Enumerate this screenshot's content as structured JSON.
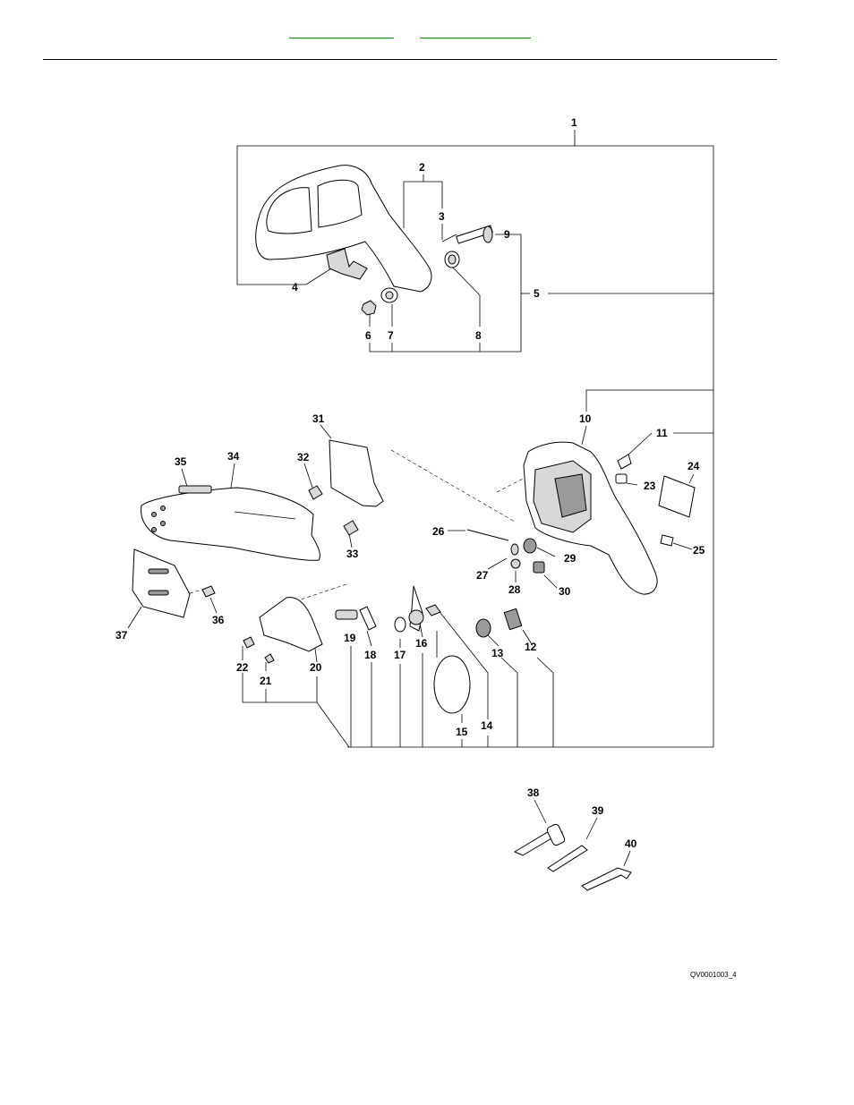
{
  "header": {
    "links": [
      "",
      ""
    ]
  },
  "labels": [
    "1",
    "2",
    "3",
    "4",
    "5",
    "6",
    "7",
    "8",
    "9",
    "10",
    "11",
    "12",
    "13",
    "14",
    "15",
    "16",
    "17",
    "18",
    "19",
    "20",
    "21",
    "22",
    "23",
    "24",
    "25",
    "26",
    "27",
    "28",
    "29",
    "30",
    "31",
    "32",
    "33",
    "34",
    "35",
    "36",
    "37",
    "38",
    "39",
    "40"
  ],
  "figure_ref": "QV0001003_4",
  "colors": {
    "link_underline": "#1a8a1a",
    "lines": "#000000",
    "part_fill": "#d8d8d8"
  }
}
